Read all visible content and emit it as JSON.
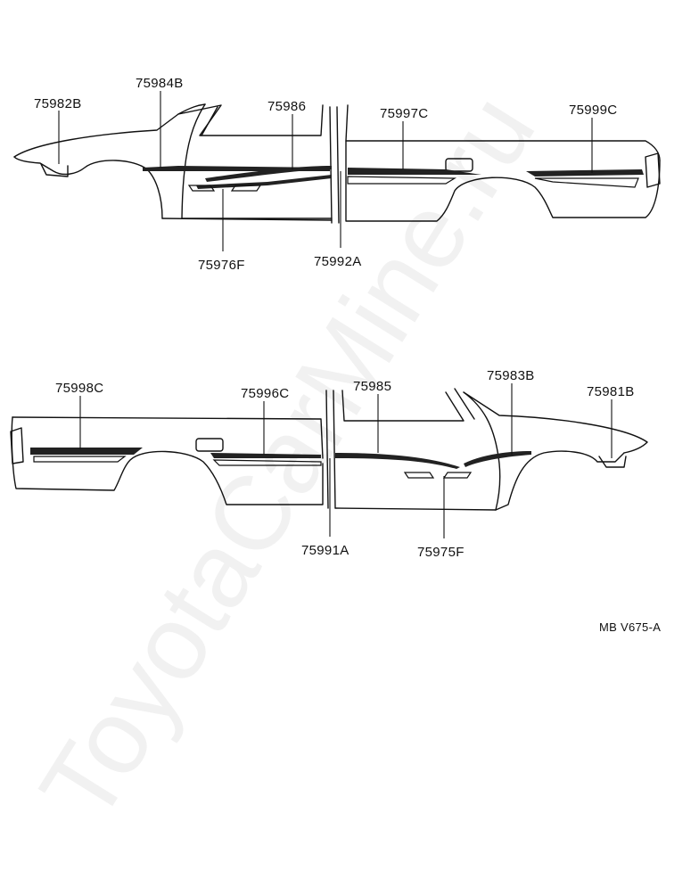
{
  "watermark": "ToyotaCarMine.ru",
  "diagram_code": "MB V675-A",
  "top_view": {
    "labels": [
      "75982B",
      "75984B",
      "75986",
      "75997C",
      "75999C",
      "75976F",
      "75992A"
    ]
  },
  "bottom_view": {
    "labels": [
      "75998C",
      "75996C",
      "75985",
      "75983B",
      "75981B",
      "75991A",
      "75975F"
    ]
  }
}
